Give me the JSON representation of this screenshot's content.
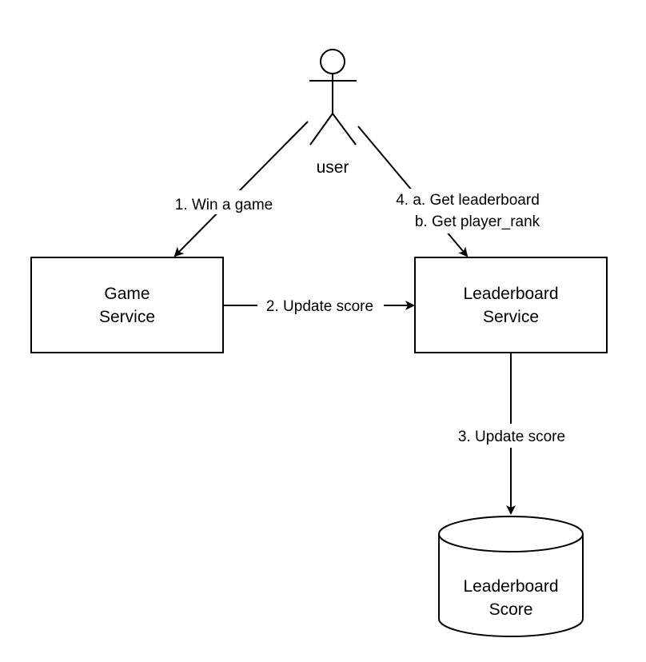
{
  "actor": {
    "label": "user"
  },
  "nodes": {
    "game_service": {
      "line1": "Game",
      "line2": "Service"
    },
    "leaderboard_service": {
      "line1": "Leaderboard",
      "line2": "Service"
    },
    "leaderboard_score": {
      "line1": "Leaderboard",
      "line2": "Score"
    }
  },
  "edges": {
    "win_game": {
      "label": "1. Win a game"
    },
    "update_score_2": {
      "label": "2. Update score"
    },
    "update_score_3": {
      "label": "3. Update score"
    },
    "get_data": {
      "line1": "4. a. Get leaderboard",
      "line2": "b. Get player_rank"
    }
  },
  "colors": {
    "stroke": "#000000",
    "fill": "#ffffff",
    "text": "#000000"
  }
}
